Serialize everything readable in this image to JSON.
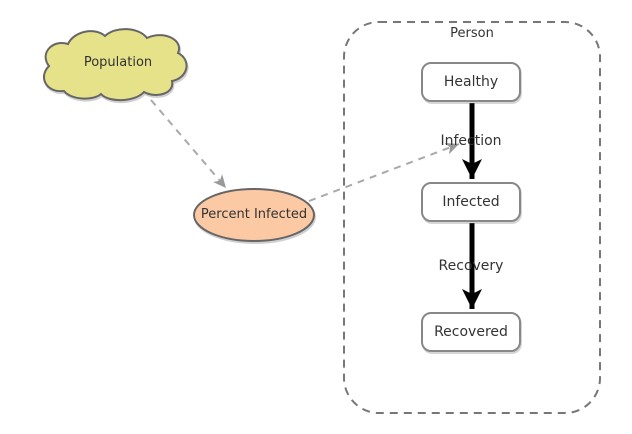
{
  "diagram": {
    "title_context": "SIR infection model diagram",
    "population": {
      "label": "Population",
      "shape": "cloud"
    },
    "percent_infected": {
      "label": "Percent Infected",
      "shape": "ellipse"
    },
    "person_container": {
      "label": "Person",
      "shape": "dashed-rounded-rectangle"
    },
    "states": [
      {
        "label": "Healthy"
      },
      {
        "label": "Infected"
      },
      {
        "label": "Recovered"
      }
    ],
    "transitions": [
      {
        "label": "Infection"
      },
      {
        "label": "Recovery"
      }
    ],
    "links": [
      {
        "from": "Population",
        "to": "Percent Infected",
        "style": "dashed"
      },
      {
        "from": "Percent Infected",
        "to": "Infection",
        "style": "dashed"
      },
      {
        "from": "Healthy",
        "to": "Infected",
        "label": "Infection",
        "style": "solid-thick"
      },
      {
        "from": "Infected",
        "to": "Recovered",
        "label": "Recovery",
        "style": "solid-thick"
      }
    ],
    "colors": {
      "population_fill": "#e5e28a",
      "percent_infected_fill": "#fbc9a4",
      "shape_stroke": "#666666",
      "box_border": "#888888",
      "container_border": "#777777",
      "connector_gray": "#a9a9a9",
      "arrow_black": "#000000",
      "text": "#333333"
    }
  }
}
